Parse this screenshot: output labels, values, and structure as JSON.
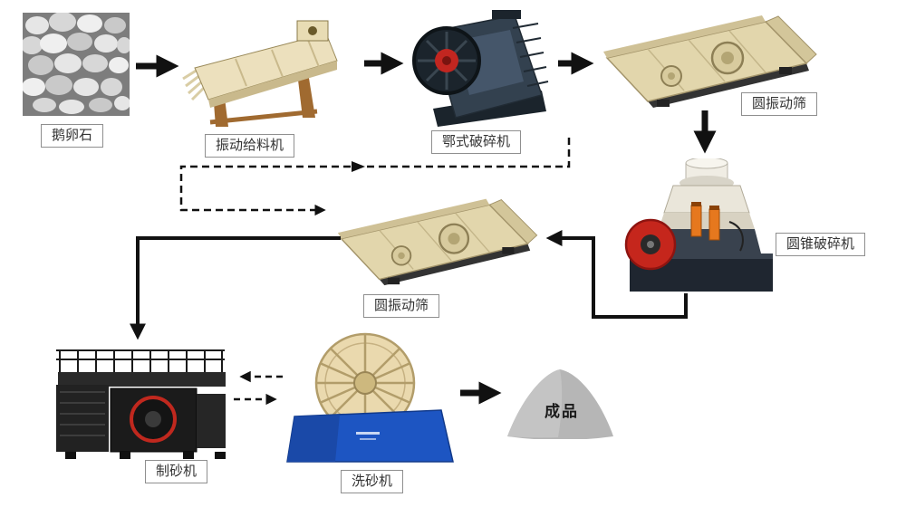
{
  "page": {
    "background": "#ffffff"
  },
  "flow": {
    "nodes": [
      {
        "id": "pebbles",
        "label": "鹅卵石"
      },
      {
        "id": "vibrating-feeder",
        "label": "振动给料机"
      },
      {
        "id": "jaw-crusher",
        "label": "鄂式破碎机"
      },
      {
        "id": "vibrating-screen-top",
        "label": "圆振动筛"
      },
      {
        "id": "cone-crusher",
        "label": "圆锥破碎机"
      },
      {
        "id": "vibrating-screen-middle",
        "label": "圆振动筛"
      },
      {
        "id": "sand-maker",
        "label": "制砂机"
      },
      {
        "id": "sand-washer",
        "label": "洗砂机"
      },
      {
        "id": "finished-product",
        "label": "成品"
      }
    ],
    "edges": [
      {
        "from": "pebbles",
        "to": "vibrating-feeder",
        "style": "solid"
      },
      {
        "from": "vibrating-feeder",
        "to": "jaw-crusher",
        "style": "solid"
      },
      {
        "from": "jaw-crusher",
        "to": "vibrating-screen-top",
        "style": "solid"
      },
      {
        "from": "vibrating-screen-top",
        "to": "cone-crusher",
        "style": "solid"
      },
      {
        "from": "cone-crusher",
        "to": "vibrating-screen-middle",
        "style": "solid"
      },
      {
        "from": "vibrating-screen-middle",
        "to": "sand-maker",
        "style": "solid"
      },
      {
        "from": "vibrating-screen-middle",
        "to": "jaw-crusher",
        "style": "dashed-return"
      },
      {
        "from": "sand-maker",
        "to": "sand-washer",
        "style": "dashed-bidirectional"
      },
      {
        "from": "sand-washer",
        "to": "finished-product",
        "style": "solid"
      }
    ],
    "colors": {
      "arrow": "#111111",
      "label_border": "#8f8f8f",
      "label_text": "#333333",
      "screen_body": "#e2d6ac",
      "feeder_body": "#ece0bd",
      "washer_tank": "#1d55c2",
      "crusher_hub": "#c5261c",
      "product_pile": "#b6b6b6"
    }
  }
}
